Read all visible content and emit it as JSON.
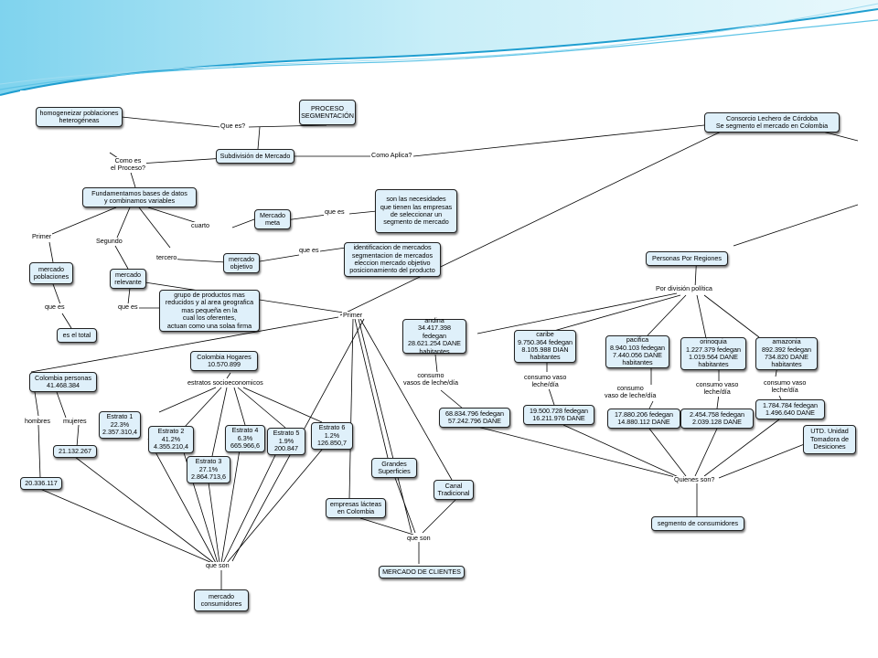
{
  "concept_map": {
    "nodes": {
      "proceso": "PROCESO\nSEGMENTACIÓN",
      "homogeneizar": "homogeneizar poblaciones\nheterogéneas",
      "subdivision": "Subdivisión de Mercado",
      "consorcio": "Consorcio Lechero de Córdoba\nSe  segmento el mercado en Colombia",
      "fundamentamos": "Fundamentamos bases de datos\ny combinamos variables",
      "mercado_meta": "Mercado\nmeta",
      "necesidades": "son las necesidades\nque tienen las empresas\nde seleccionar un\nsegmento de mercado",
      "mercado_objetivo": "mercado\nobjetivo",
      "identificacion": "identificacion de mercados\nsegmentacion de mercados\neleccion mercado objetivo\nposicionamiento del producto",
      "mercado_poblaciones": "mercado\npoblaciones",
      "mercado_relevante": "mercado\nrelevante",
      "grupo_productos": "grupo de productos mas\nreducidos y al area geografica\nmas pequeña en la\ncual los oferentes,\nactuan como una solaa firma",
      "es_total": "es el total",
      "personas_regiones": "Personas Por Regiones",
      "andina": "andina\n34.417.398 fedegan\n28.621.254 DANE\nhabitantes",
      "caribe": "caribe\n9.750.364 fedegan\n8.105.988 DIAN\nhabitantes",
      "pacifica": "pacifica\n8.940.103 fedegan\n7.440.056 DANE\nhabitantes",
      "orinoquia": "orinoquia\n1.227.379 fedegan\n1.019.564 DANE\nhabitantes",
      "amazonia": "amazonia\n892.392 fedegan\n734.820 DANE\nhabitantes",
      "cons_andina": "68.834.796 fedegan\n57.242.796 DANE",
      "cons_caribe": "19.500.728 fedegan\n16.211.976 DANE",
      "cons_pacifica": "17.880.206 fedegan\n14.880.112 DANE",
      "cons_orinoquia": "2.454.758 fedegan\n2.039.128 DANE",
      "cons_amazonia": "1.784.784 fedegan\n1.496.640 DANE",
      "utd": "UTD. Unidad\nTomadora de\nDesiciones",
      "segmento_consumidores": "segmento de consumidores",
      "colombia_hogares": "Colombia Hogares\n10.570.899",
      "colombia_personas": "Colombia personas\n41.468.384",
      "estrato1": "Estrato 1\n22.3%\n2.357.310,4",
      "estrato2": "Estrato 2\n41.2%\n4.355.210,4",
      "estrato3": "Estrato 3\n27.1%\n2.864.713,6",
      "estrato4": "Estrato 4\n6.3%\n665.966,6",
      "estrato5": "Estrato 5\n1.9%\n200.847",
      "estrato6": "Estrato 6\n1.2%\n126.850,7",
      "mujeres_val": "21.132.267",
      "hombres_val": "20.336.117",
      "grandes": "Grandes\nSuperficies",
      "canal": "Canal\nTradicional",
      "empresas_lacteas": "empresas lácteas\nen Colombia",
      "mercado_clientes": "MERCADO DE CLIENTES",
      "mercado_consumidores": "mercado\nconsumidores"
    },
    "links": {
      "que_es_top": "Que es?",
      "como_es": "Como es\nel Proceso?",
      "como_aplica": "Como Aplica?",
      "cuarto": "cuarto",
      "que_es_meta": "que es",
      "que_es_objetivo": "que es",
      "tercero": "tercero",
      "primer_left": "Primer",
      "segundo": "Segundo",
      "que_es_pob": "que es",
      "que_es_rel": "que es",
      "por_division": "Por división política",
      "consumo_andina": "consumo\nvasos de leche/día",
      "consumo_caribe": "consumo vaso\nleche/día",
      "consumo_pacifica": "consumo\nvaso de leche/día",
      "consumo_orinoquia": "consumo vaso\nleche/día",
      "consumo_amazonia": "consumo vaso\nleche/día",
      "quienes_son": "Quienes son?",
      "primer_center": "Primer",
      "estratos": "estratos socioeconomicos",
      "hombres": "hombres",
      "mujeres": "mujeres",
      "que_son_left": "que son",
      "que_son_center": "que son"
    }
  },
  "colors": {
    "node_fill": "#dff0fa",
    "node_border": "#222222",
    "line": "#000000",
    "banner_light": "#cdeef7",
    "banner_mid": "#5fc4e6",
    "banner_dark": "#1f9ed0"
  }
}
